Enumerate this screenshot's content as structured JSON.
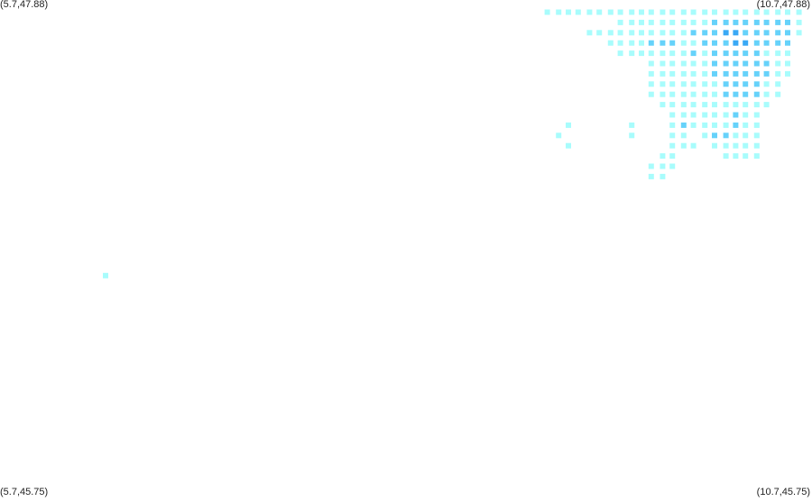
{
  "corners": {
    "top_left": "(5.7,47.88)",
    "top_right": "(10.7,47.88)",
    "bottom_left": "(5.7,45.75)",
    "bottom_right": "(10.7,45.75)"
  },
  "extent": {
    "lon_min": 5.7,
    "lon_max": 10.7,
    "lat_min": 45.75,
    "lat_max": 47.88
  },
  "colors": {
    "background": "#ffffff",
    "low": "#a8fcfc",
    "mid": "#66d2fa",
    "high": "#3aa9f5"
  },
  "grid_step": {
    "lon": 0.0641,
    "lat": 0.0438
  },
  "chart_data": {
    "type": "heatmap",
    "rows": [
      {
        "lat": 47.828,
        "cells": [
          [
            9.07,
            1
          ],
          [
            9.14,
            1
          ],
          [
            9.2,
            1
          ],
          [
            9.26,
            1
          ],
          [
            9.33,
            1
          ],
          [
            9.39,
            1
          ],
          [
            9.46,
            1
          ],
          [
            9.52,
            1
          ],
          [
            9.59,
            1
          ],
          [
            9.65,
            1
          ],
          [
            9.71,
            1
          ],
          [
            9.78,
            1
          ],
          [
            9.84,
            1
          ],
          [
            9.91,
            1
          ],
          [
            9.97,
            1
          ],
          [
            10.04,
            1
          ],
          [
            10.1,
            1
          ],
          [
            10.17,
            1
          ],
          [
            10.23,
            1
          ],
          [
            10.29,
            1
          ],
          [
            10.36,
            1
          ],
          [
            10.42,
            1
          ],
          [
            10.49,
            1
          ],
          [
            10.55,
            1
          ],
          [
            10.62,
            1
          ]
        ]
      },
      {
        "lat": 47.784,
        "cells": [
          [
            9.52,
            1
          ],
          [
            9.59,
            1
          ],
          [
            9.65,
            1
          ],
          [
            9.71,
            1
          ],
          [
            9.78,
            1
          ],
          [
            9.84,
            1
          ],
          [
            9.91,
            1
          ],
          [
            9.97,
            1
          ],
          [
            10.04,
            1
          ],
          [
            10.1,
            2
          ],
          [
            10.17,
            2
          ],
          [
            10.23,
            2
          ],
          [
            10.29,
            2
          ],
          [
            10.36,
            2
          ],
          [
            10.42,
            2
          ],
          [
            10.49,
            2
          ],
          [
            10.55,
            2
          ],
          [
            10.62,
            1
          ]
        ]
      },
      {
        "lat": 47.74,
        "cells": [
          [
            9.33,
            1
          ],
          [
            9.39,
            1
          ],
          [
            9.46,
            1
          ],
          [
            9.52,
            1
          ],
          [
            9.59,
            1
          ],
          [
            9.65,
            1
          ],
          [
            9.71,
            1
          ],
          [
            9.78,
            1
          ],
          [
            9.84,
            1
          ],
          [
            9.91,
            1
          ],
          [
            9.97,
            2
          ],
          [
            10.04,
            2
          ],
          [
            10.1,
            2
          ],
          [
            10.17,
            3
          ],
          [
            10.23,
            3
          ],
          [
            10.29,
            2
          ],
          [
            10.36,
            2
          ],
          [
            10.42,
            2
          ],
          [
            10.49,
            2
          ],
          [
            10.55,
            2
          ],
          [
            10.62,
            1
          ]
        ]
      },
      {
        "lat": 47.696,
        "cells": [
          [
            9.46,
            1
          ],
          [
            9.52,
            1
          ],
          [
            9.59,
            1
          ],
          [
            9.65,
            1
          ],
          [
            9.71,
            2
          ],
          [
            9.78,
            2
          ],
          [
            9.84,
            2
          ],
          [
            9.91,
            1
          ],
          [
            9.97,
            1
          ],
          [
            10.04,
            2
          ],
          [
            10.1,
            2
          ],
          [
            10.17,
            2
          ],
          [
            10.23,
            3
          ],
          [
            10.29,
            3
          ],
          [
            10.36,
            2
          ],
          [
            10.42,
            2
          ],
          [
            10.49,
            2
          ],
          [
            10.55,
            2
          ]
        ]
      },
      {
        "lat": 47.652,
        "cells": [
          [
            9.52,
            1
          ],
          [
            9.59,
            1
          ],
          [
            9.65,
            1
          ],
          [
            9.71,
            1
          ],
          [
            9.78,
            1
          ],
          [
            9.84,
            1
          ],
          [
            9.91,
            1
          ],
          [
            9.97,
            2
          ],
          [
            10.04,
            1
          ],
          [
            10.1,
            2
          ],
          [
            10.17,
            2
          ],
          [
            10.23,
            2
          ],
          [
            10.29,
            2
          ],
          [
            10.36,
            2
          ],
          [
            10.42,
            1
          ],
          [
            10.49,
            1
          ],
          [
            10.55,
            1
          ]
        ]
      },
      {
        "lat": 47.608,
        "cells": [
          [
            9.71,
            1
          ],
          [
            9.78,
            1
          ],
          [
            9.84,
            1
          ],
          [
            9.91,
            1
          ],
          [
            9.97,
            1
          ],
          [
            10.04,
            1
          ],
          [
            10.1,
            2
          ],
          [
            10.17,
            2
          ],
          [
            10.23,
            2
          ],
          [
            10.29,
            2
          ],
          [
            10.36,
            2
          ],
          [
            10.42,
            2
          ],
          [
            10.49,
            1
          ],
          [
            10.55,
            1
          ]
        ]
      },
      {
        "lat": 47.564,
        "cells": [
          [
            9.71,
            1
          ],
          [
            9.78,
            1
          ],
          [
            9.84,
            1
          ],
          [
            9.91,
            1
          ],
          [
            9.97,
            1
          ],
          [
            10.04,
            1
          ],
          [
            10.1,
            2
          ],
          [
            10.17,
            2
          ],
          [
            10.23,
            2
          ],
          [
            10.29,
            2
          ],
          [
            10.36,
            2
          ],
          [
            10.42,
            2
          ],
          [
            10.49,
            1
          ],
          [
            10.55,
            1
          ]
        ]
      },
      {
        "lat": 47.52,
        "cells": [
          [
            9.71,
            1
          ],
          [
            9.78,
            1
          ],
          [
            9.84,
            1
          ],
          [
            9.91,
            1
          ],
          [
            9.97,
            1
          ],
          [
            10.04,
            1
          ],
          [
            10.1,
            1
          ],
          [
            10.17,
            2
          ],
          [
            10.23,
            2
          ],
          [
            10.29,
            2
          ],
          [
            10.36,
            2
          ],
          [
            10.42,
            1
          ],
          [
            10.49,
            1
          ]
        ]
      },
      {
        "lat": 47.476,
        "cells": [
          [
            9.71,
            1
          ],
          [
            9.78,
            1
          ],
          [
            9.84,
            1
          ],
          [
            9.91,
            1
          ],
          [
            9.97,
            1
          ],
          [
            10.04,
            1
          ],
          [
            10.1,
            1
          ],
          [
            10.17,
            2
          ],
          [
            10.23,
            2
          ],
          [
            10.29,
            2
          ],
          [
            10.36,
            2
          ],
          [
            10.42,
            1
          ],
          [
            10.49,
            1
          ]
        ]
      },
      {
        "lat": 47.432,
        "cells": [
          [
            9.78,
            1
          ],
          [
            9.84,
            1
          ],
          [
            9.91,
            1
          ],
          [
            9.97,
            1
          ],
          [
            10.04,
            1
          ],
          [
            10.1,
            1
          ],
          [
            10.17,
            1
          ],
          [
            10.23,
            1
          ],
          [
            10.29,
            1
          ],
          [
            10.36,
            1
          ],
          [
            10.42,
            1
          ]
        ]
      },
      {
        "lat": 47.388,
        "cells": [
          [
            9.84,
            1
          ],
          [
            9.91,
            1
          ],
          [
            9.97,
            1
          ],
          [
            10.04,
            1
          ],
          [
            10.1,
            1
          ],
          [
            10.17,
            1
          ],
          [
            10.23,
            2
          ],
          [
            10.29,
            1
          ],
          [
            10.36,
            1
          ]
        ]
      },
      {
        "lat": 47.344,
        "cells": [
          [
            9.2,
            1
          ],
          [
            9.59,
            1
          ],
          [
            9.84,
            1
          ],
          [
            9.91,
            2
          ],
          [
            9.97,
            1
          ],
          [
            10.04,
            1
          ],
          [
            10.1,
            1
          ],
          [
            10.17,
            1
          ],
          [
            10.23,
            2
          ],
          [
            10.29,
            1
          ],
          [
            10.36,
            1
          ]
        ]
      },
      {
        "lat": 47.3,
        "cells": [
          [
            9.14,
            1
          ],
          [
            9.59,
            1
          ],
          [
            9.84,
            1
          ],
          [
            9.91,
            1
          ],
          [
            10.04,
            1
          ],
          [
            10.1,
            2
          ],
          [
            10.17,
            2
          ],
          [
            10.23,
            1
          ],
          [
            10.29,
            1
          ],
          [
            10.36,
            1
          ]
        ]
      },
      {
        "lat": 47.256,
        "cells": [
          [
            9.2,
            1
          ],
          [
            9.84,
            1
          ],
          [
            9.91,
            1
          ],
          [
            9.97,
            1
          ],
          [
            10.1,
            1
          ],
          [
            10.17,
            1
          ],
          [
            10.23,
            1
          ],
          [
            10.29,
            1
          ],
          [
            10.36,
            1
          ]
        ]
      },
      {
        "lat": 47.212,
        "cells": [
          [
            9.78,
            1
          ],
          [
            9.84,
            1
          ],
          [
            10.17,
            1
          ],
          [
            10.23,
            1
          ],
          [
            10.29,
            1
          ],
          [
            10.36,
            1
          ]
        ]
      },
      {
        "lat": 47.168,
        "cells": [
          [
            9.71,
            1
          ],
          [
            9.78,
            1
          ],
          [
            9.84,
            1
          ]
        ]
      },
      {
        "lat": 47.124,
        "cells": [
          [
            9.71,
            1
          ],
          [
            9.78,
            1
          ]
        ]
      },
      {
        "lat": 46.7,
        "cells": [
          [
            6.35,
            1
          ]
        ]
      }
    ]
  }
}
